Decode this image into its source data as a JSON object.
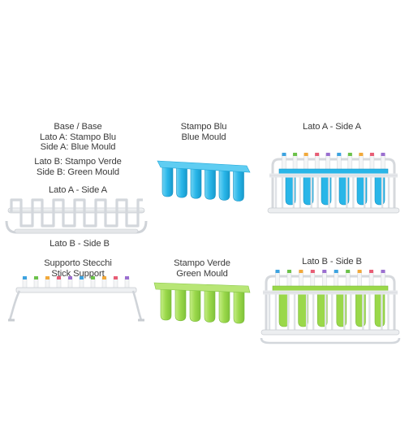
{
  "labels": {
    "base": {
      "line1": "Base / Base",
      "line2": "Lato A: Stampo Blu",
      "line3": "Side A: Blue Mould"
    },
    "base_b": {
      "line1": "Lato B: Stampo Verde",
      "line2": "Side B: Green Mould"
    },
    "base_side_a": "Lato A - Side A",
    "base_side_b": "Lato B - Side B",
    "blue_mould": {
      "line1": "Stampo Blu",
      "line2": "Blue Mould"
    },
    "assembled_a": "Lato A - Side A",
    "stick_support": {
      "line1": "Supporto Stecchi",
      "line2": "Stick Support"
    },
    "green_mould": {
      "line1": "Stampo Verde",
      "line2": "Green Mould"
    },
    "assembled_b": "Lato B - Side B"
  },
  "colors": {
    "blue_mould": "#29b6e8",
    "green_mould": "#9ad84a",
    "rack": "#e9ebee",
    "stick_caps": [
      "#3da3e0",
      "#6cc24a",
      "#f2a93b",
      "#e85d75",
      "#9b6fd0"
    ]
  },
  "icons": {
    "base_rack": "base-rack-illustration",
    "blue_mould": "blue-mould-illustration",
    "assembled_a": "assembled-side-a-illustration",
    "stick_support": "stick-support-illustration",
    "green_mould": "green-mould-illustration",
    "assembled_b": "assembled-side-b-illustration"
  }
}
